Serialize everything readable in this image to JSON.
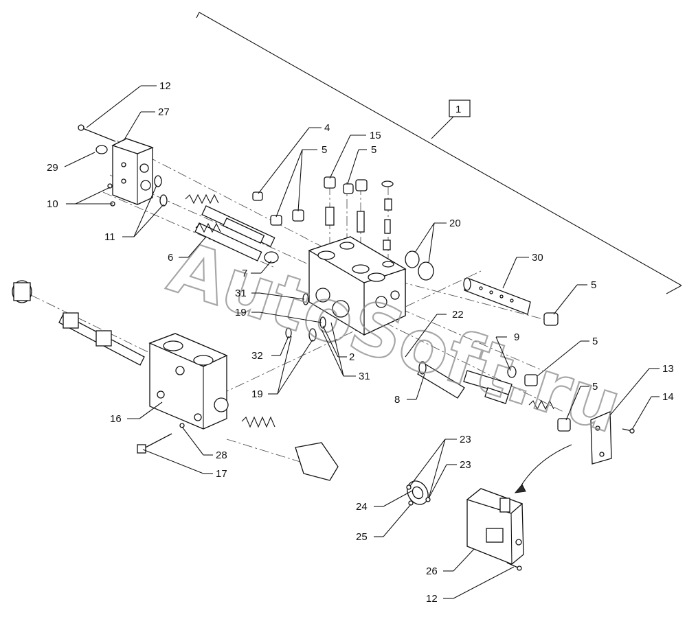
{
  "assembly_ref": "1",
  "watermark": "AutoSoft.ru",
  "callouts": [
    "12",
    "27",
    "29",
    "10",
    "11",
    "4",
    "5",
    "15",
    "5",
    "20",
    "6",
    "7",
    "31",
    "19",
    "30",
    "5",
    "22",
    "9",
    "32",
    "2",
    "31",
    "19",
    "8",
    "5",
    "16",
    "5",
    "13",
    "14",
    "28",
    "17",
    "23",
    "23",
    "24",
    "25",
    "26",
    "12"
  ]
}
